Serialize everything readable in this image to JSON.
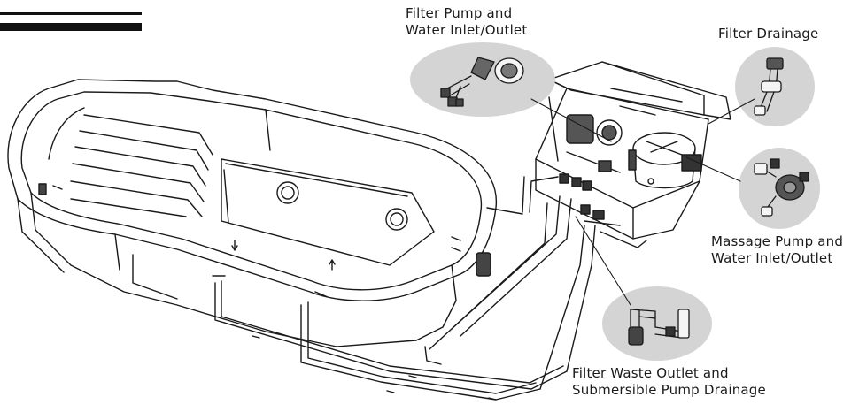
{
  "colors": {
    "line": "#1a1a1a",
    "bubble": "#d4d4d4",
    "background": "#ffffff"
  },
  "callouts": {
    "filter_pump": {
      "line1": "Filter Pump and",
      "line2": "Water Inlet/Outlet"
    },
    "filter_drainage": {
      "line1": "Filter Drainage"
    },
    "massage_pump": {
      "line1": "Massage Pump and",
      "line2": "Water Inlet/Outlet"
    },
    "filter_waste": {
      "line1": "Filter Waste Outlet and",
      "line2": "Submersible Pump Drainage"
    }
  }
}
